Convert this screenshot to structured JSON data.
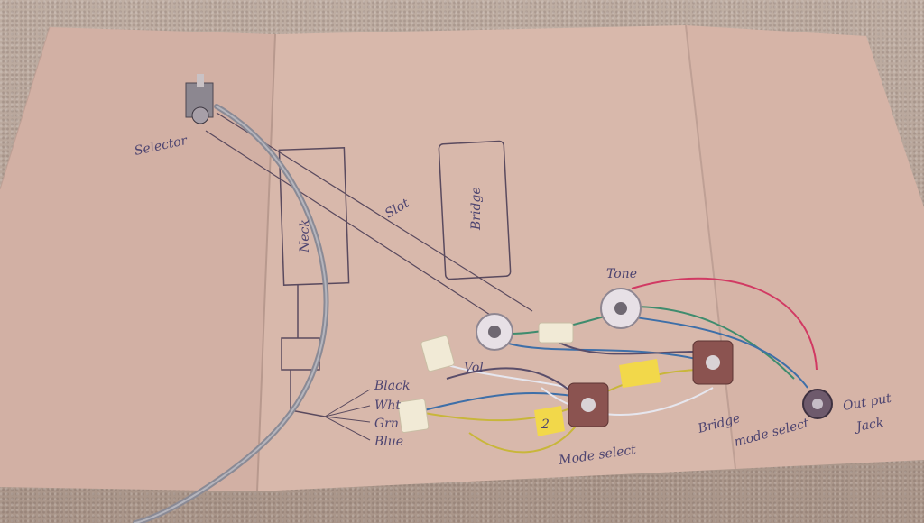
{
  "photo": {
    "subject": "guitar wiring harness on cardboard",
    "labels": {
      "selector": "Selector",
      "neck": "Neck",
      "bridge_pickup": "Bridge",
      "slot": "Slot",
      "tone": "Tone",
      "vol": "Vol",
      "black": "Black",
      "wht": "Wht",
      "grn": "Grn",
      "blue": "Blue",
      "mode_select": "Mode select",
      "bridge_mode": "Bridge",
      "mode_select2": "mode select",
      "output": "Out put",
      "jack": "Jack",
      "tag": "2"
    }
  }
}
